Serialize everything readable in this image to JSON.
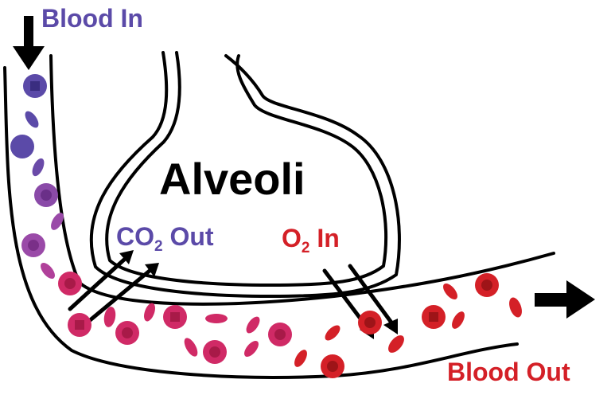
{
  "labels": {
    "blood_in": "Blood In",
    "alveoli": "Alveoli",
    "co2_base": "CO",
    "co2_sub": "2",
    "co2_suffix": " Out",
    "o2_base": "O",
    "o2_sub": "2",
    "o2_suffix": " In",
    "blood_out": "Blood Out"
  },
  "colors": {
    "deoxygenated": "#5b4aa8",
    "transition": "#9a4aa8",
    "mixed": "#d02a66",
    "oxygenated": "#d42027",
    "outline": "#000000"
  }
}
